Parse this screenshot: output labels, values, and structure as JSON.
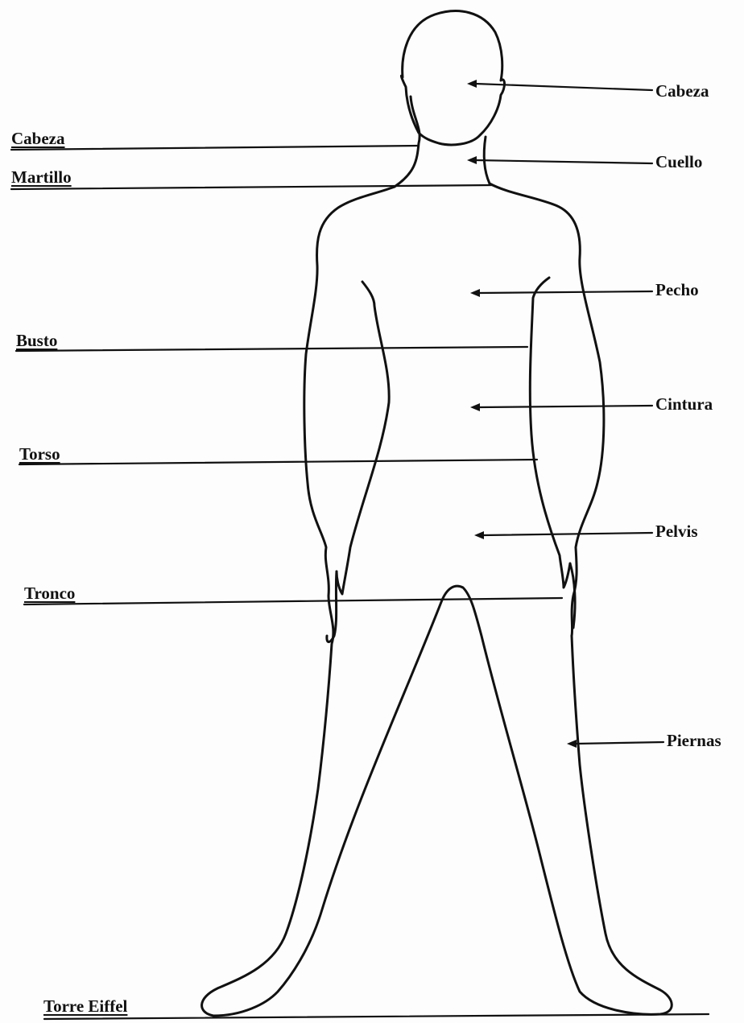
{
  "right_labels": {
    "cabeza": "Cabeza",
    "cuello": "Cuello",
    "pecho": "Pecho",
    "cintura": "Cintura",
    "pelvis": "Pelvis",
    "piernas": "Piernas"
  },
  "left_labels": {
    "cabeza": "Cabeza",
    "martillo": "Martillo",
    "busto": "Busto",
    "torso": "Torso",
    "tronco": "Tronco",
    "torre_eiffel": "Torre Eiffel"
  },
  "colors": {
    "ink": "#111111",
    "paper": "#fdfdfd"
  }
}
